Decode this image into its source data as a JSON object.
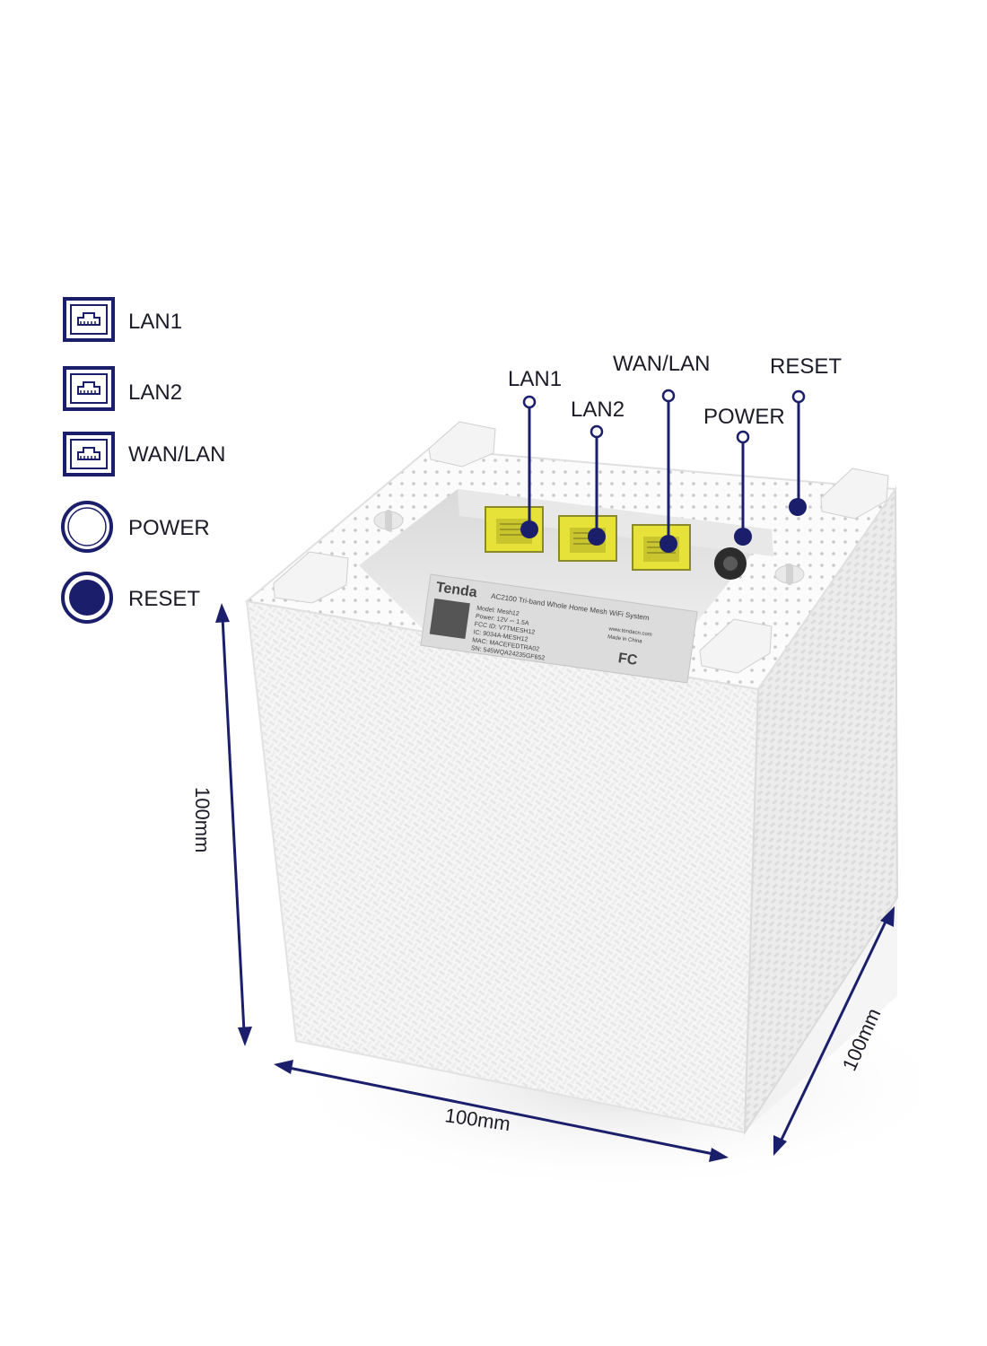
{
  "legend": [
    {
      "icon": "ethernet-port-icon",
      "label": "LAN1"
    },
    {
      "icon": "ethernet-port-icon",
      "label": "LAN2"
    },
    {
      "icon": "ethernet-port-icon",
      "label": "WAN/LAN"
    },
    {
      "icon": "hollow-circle-icon",
      "label": "POWER"
    },
    {
      "icon": "filled-circle-icon",
      "label": "RESET"
    }
  ],
  "callouts": {
    "lan1": "LAN1",
    "lan2": "LAN2",
    "wan_lan": "WAN/LAN",
    "power": "POWER",
    "reset": "RESET"
  },
  "dimensions": {
    "height": "100mm",
    "width": "100mm",
    "depth": "100mm"
  },
  "device_label": {
    "brand": "Tenda",
    "product": "AC2100 Tri-band Whole Home Mesh WiFi System",
    "model": "Model: Mesh12",
    "power": "Power: 12V ⎓ 1.5A",
    "fcc": "FCC ID: V7TMESH12",
    "ic": "IC: 9034A-MESH12",
    "mac": "MAC: MACEFEDTRA02",
    "sn": "SN: 545WQA24235GF652",
    "website": "www.tendacn.com",
    "made_in": "Made in China",
    "fc_mark": "FC"
  },
  "colors": {
    "accent": "#1b1f6b",
    "port_yellow": "#e6e23a",
    "device_white": "#f7f7f7"
  }
}
